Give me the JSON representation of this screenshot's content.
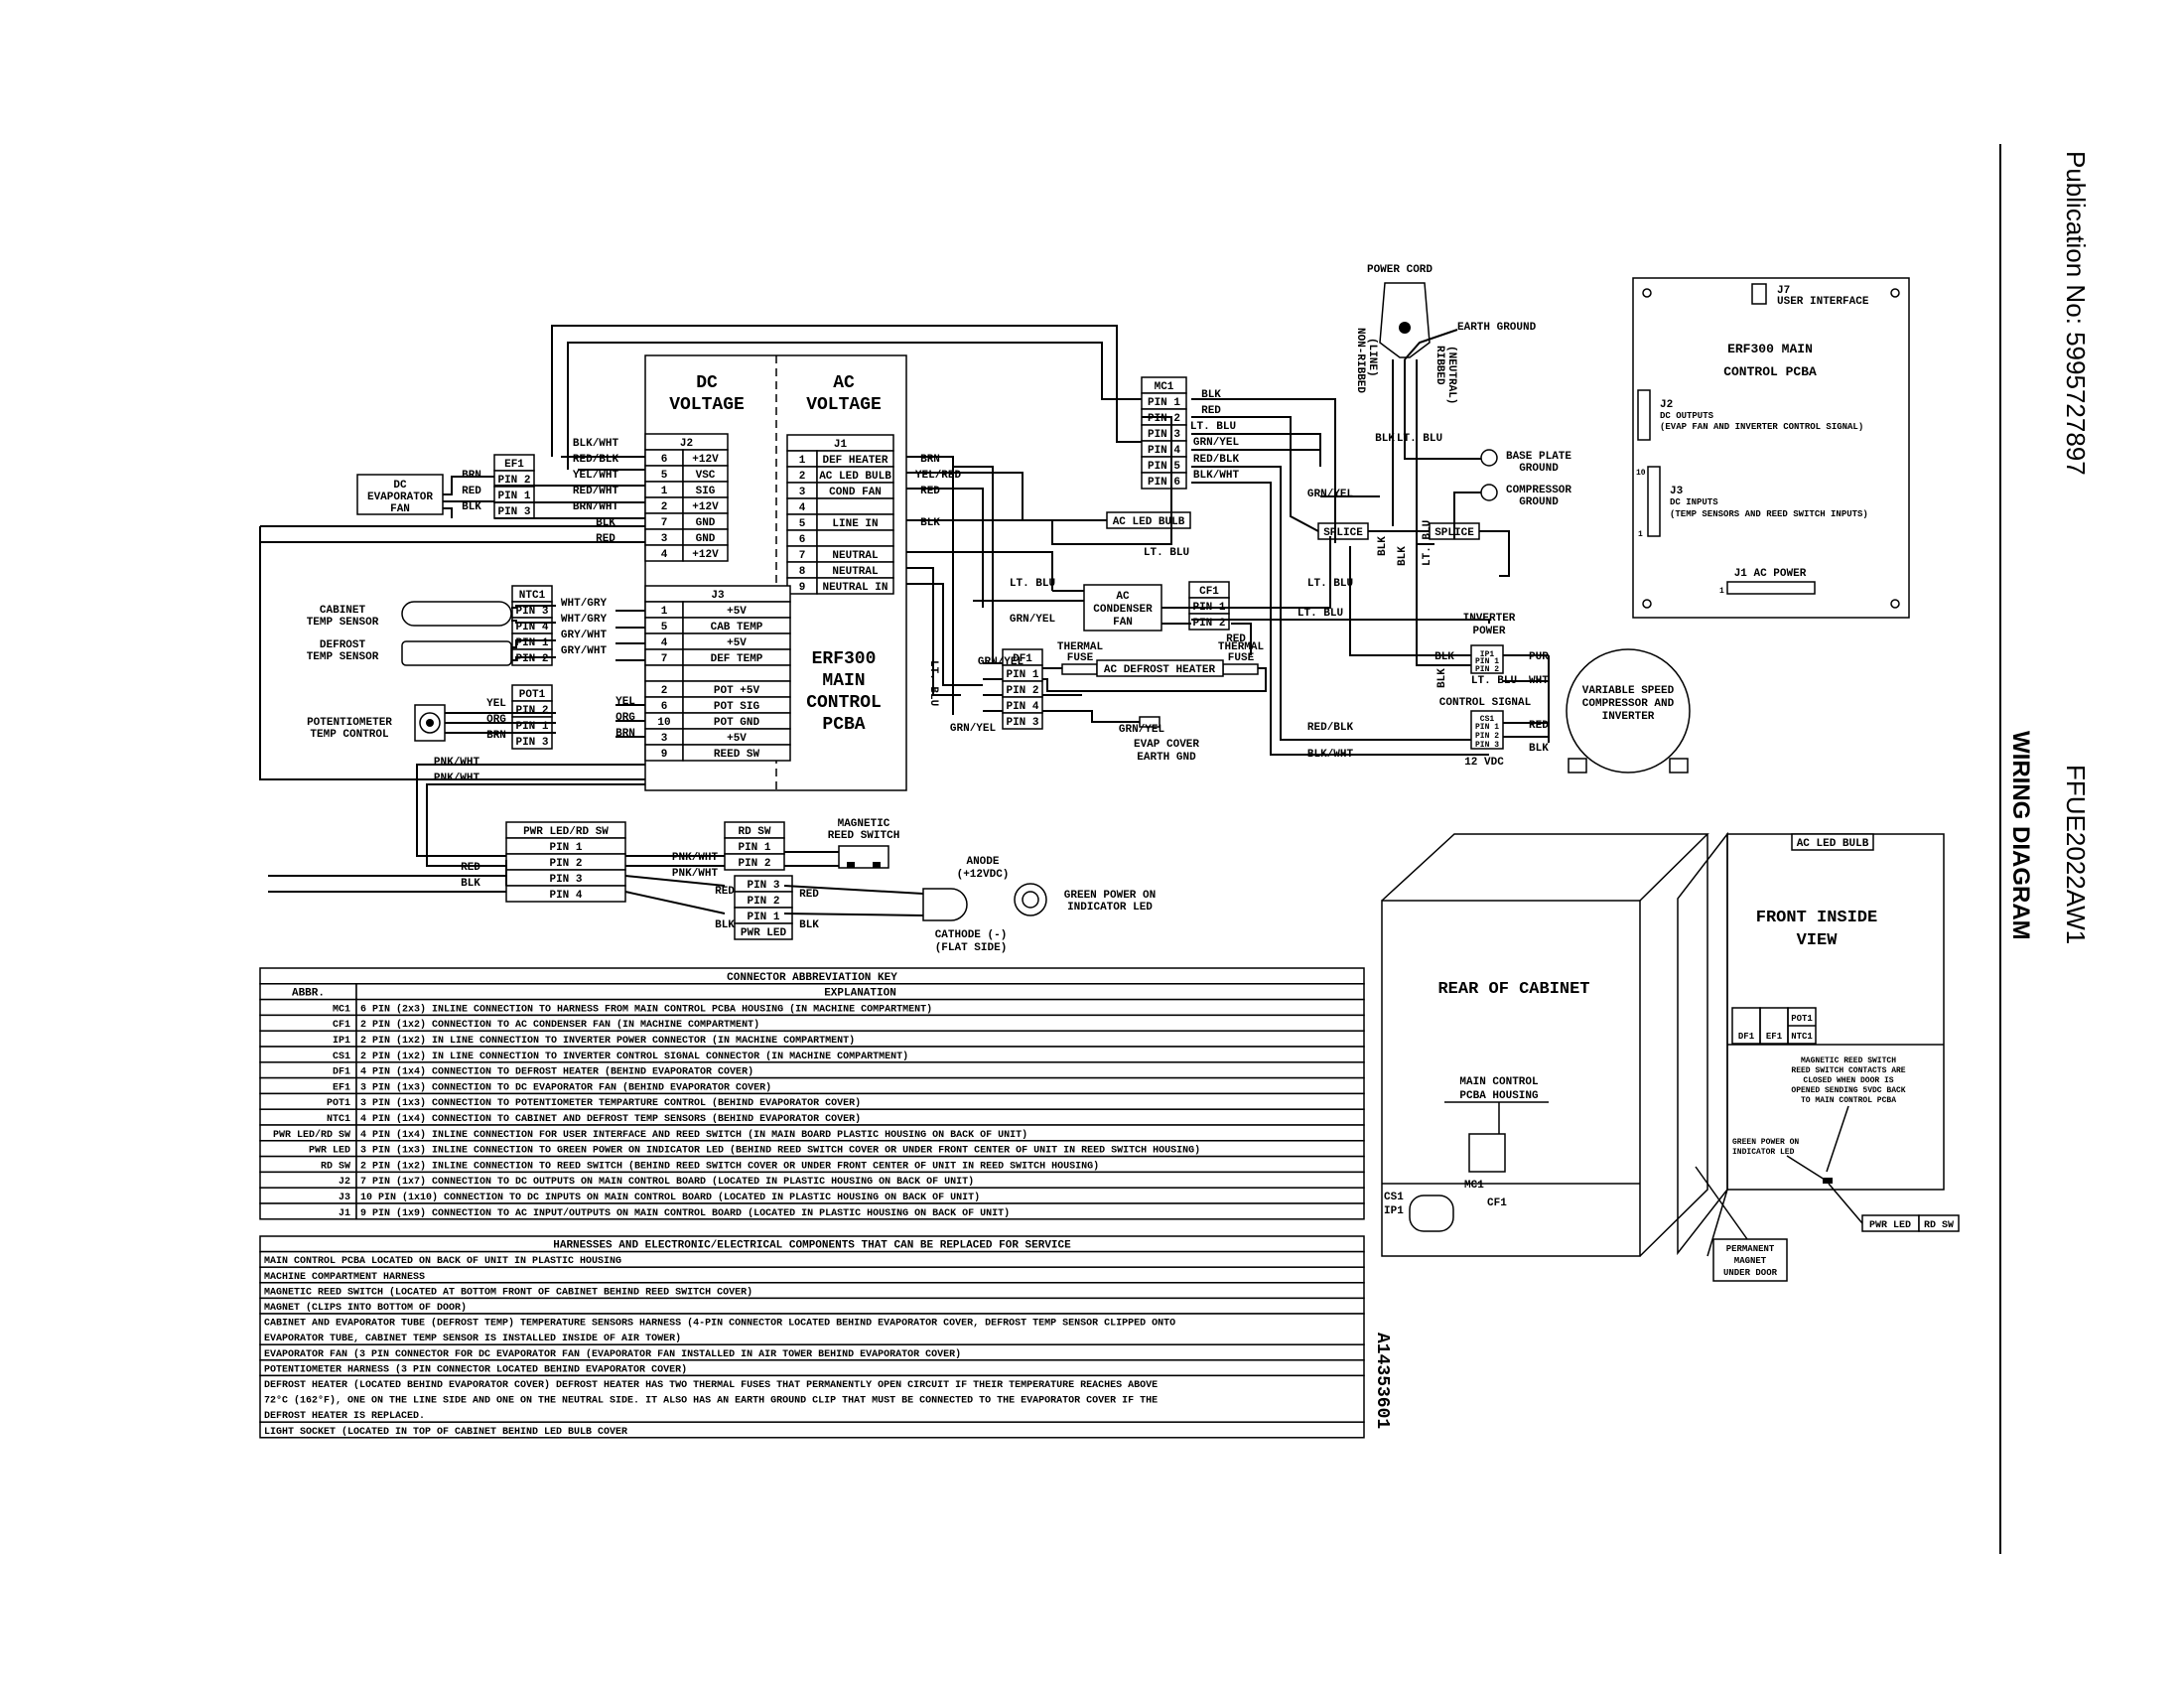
{
  "publication": "Publication No: 5995727897",
  "model": "FFUE2022AW1",
  "diagram_title": "WIRING DIAGRAM",
  "part_number": "A14353601",
  "main_board": {
    "dc_title": "DC",
    "dc_title2": "VOLTAGE",
    "ac_title": "AC",
    "ac_title2": "VOLTAGE",
    "board_name": [
      "ERF300",
      "MAIN",
      "CONTROL",
      "PCBA"
    ],
    "j2_label": "J2",
    "j2_pins": [
      [
        "6",
        "+12V"
      ],
      [
        "5",
        "VSC"
      ],
      [
        "1",
        "SIG"
      ],
      [
        "2",
        "+12V"
      ],
      [
        "7",
        "GND"
      ],
      [
        "3",
        "GND"
      ],
      [
        "4",
        "+12V"
      ]
    ],
    "j1_label": "J1",
    "j1_pins": [
      [
        "1",
        "DEF HEATER"
      ],
      [
        "2",
        "AC LED BULB"
      ],
      [
        "3",
        "COND FAN"
      ],
      [
        "4",
        ""
      ],
      [
        "5",
        "LINE IN"
      ],
      [
        "6",
        ""
      ],
      [
        "7",
        "NEUTRAL"
      ],
      [
        "8",
        "NEUTRAL"
      ],
      [
        "9",
        "NEUTRAL IN"
      ]
    ],
    "j3_label": "J3",
    "j3_pins": [
      [
        "1",
        "+5V"
      ],
      [
        "5",
        "CAB TEMP"
      ],
      [
        "4",
        "+5V"
      ],
      [
        "7",
        "DEF TEMP"
      ],
      [
        "",
        ""
      ],
      [
        "2",
        "POT +5V"
      ],
      [
        "6",
        "POT SIG"
      ],
      [
        "10",
        "POT GND"
      ],
      [
        "3",
        "+5V"
      ],
      [
        "9",
        "REED SW"
      ]
    ]
  },
  "wire_labels": {
    "j2_left": [
      "BLK/WHT",
      "RED/BLK",
      "YEL/WHT",
      "RED/WHT",
      "BRN/WHT",
      "BLK",
      "RED"
    ],
    "ef1_left": [
      "BRN",
      "RED",
      "BLK"
    ],
    "j1_right": [
      "BRN",
      "YEL/RED",
      "RED",
      "BLK"
    ],
    "j3_left": [
      "WHT/GRY",
      "WHT/GRY",
      "GRY/WHT",
      "GRY/WHT"
    ],
    "pot_wires": [
      "YEL",
      "ORG",
      "BRN"
    ],
    "pot_right": [
      "YEL",
      "ORG",
      "BRN"
    ],
    "reed_left": [
      "PNK/WHT",
      "PNK/WHT"
    ],
    "mc1_right": [
      "BLK",
      "RED",
      "LT. BLU",
      "GRN/YEL",
      "RED/BLK",
      "BLK/WHT"
    ],
    "misc": [
      "LT. BLU",
      "LT. BLU",
      "LT. BLU",
      "LT. BLU",
      "GRN/YEL",
      "GRN/YEL",
      "GRN/YEL",
      "GRN/YEL",
      "RED",
      "LT. BLU",
      "BLK",
      "LT. BLU",
      "RED/BLK",
      "BLK/WHT",
      "PNK/WHT",
      "PNK/WHT",
      "RED",
      "BLK",
      "RED",
      "RED",
      "BLK",
      "BLK",
      "BLK",
      "GRN/YEL",
      "LT. BLU",
      "BLK",
      "LT. BLU",
      "BLK"
    ]
  },
  "components": {
    "dc_fan": [
      "DC",
      "EVAPORATOR",
      "FAN"
    ],
    "ef1": {
      "label": "EF1",
      "pins": [
        "PIN 2",
        "PIN 1",
        "PIN 3"
      ]
    },
    "ntc1": {
      "label": "NTC1",
      "pins": [
        "PIN 3",
        "PIN 4",
        "PIN 1",
        "PIN 2"
      ]
    },
    "cabinet_sensor": [
      "CABINET",
      "TEMP SENSOR"
    ],
    "defrost_sensor": [
      "DEFROST",
      "TEMP SENSOR"
    ],
    "pot1": {
      "label": "POT1",
      "pins": [
        "PIN 2",
        "PIN 1",
        "PIN 3"
      ]
    },
    "potentiometer": [
      "POTENTIOMETER",
      "TEMP CONTROL"
    ],
    "pwr_led_rd_sw": {
      "label": "PWR LED/RD SW",
      "pins": [
        "PIN 1",
        "PIN 2",
        "PIN 3",
        "PIN 4"
      ]
    },
    "rd_sw": {
      "label": "RD SW",
      "pins": [
        "PIN 1",
        "PIN 2"
      ]
    },
    "pwr_led": {
      "label": "PWR LED",
      "pins": [
        "PIN 3",
        "PIN 2",
        "PIN 1"
      ]
    },
    "magnetic_reed_switch": [
      "MAGNETIC",
      "REED SWITCH"
    ],
    "anode": [
      "ANODE",
      "(+12VDC)"
    ],
    "cathode": [
      "CATHODE (-)",
      "(FLAT SIDE)"
    ],
    "green_led": [
      "GREEN POWER ON",
      "INDICATOR LED"
    ],
    "mc1": {
      "label": "MC1",
      "pins": [
        "PIN 1",
        "PIN 2",
        "PIN 3",
        "PIN 4",
        "PIN 5",
        "PIN 6"
      ]
    },
    "cf1": {
      "label": "CF1",
      "pins": [
        "PIN 1",
        "PIN 2"
      ]
    },
    "ac_condenser_fan": [
      "AC",
      "CONDENSER",
      "FAN"
    ],
    "ac_led_bulb": "AC LED BULB",
    "df1": {
      "label": "DF1",
      "pins": [
        "PIN 1",
        "PIN 2",
        "PIN 4",
        "PIN 3"
      ]
    },
    "thermal_fuse": [
      "THERMAL",
      "FUSE"
    ],
    "ac_defrost_heater": "AC DEFROST HEATER",
    "evap_cover_gnd": [
      "EVAP COVER",
      "EARTH GND"
    ],
    "power_cord": "POWER CORD",
    "earth_ground": "EARTH GROUND",
    "non_ribbed": [
      "NON-RIBBED",
      "(LINE)"
    ],
    "ribbed": [
      "RIBBED",
      "(NEUTRAL)"
    ],
    "base_plate_ground": [
      "BASE PLATE",
      "GROUND"
    ],
    "compressor_ground": [
      "COMPRESSOR",
      "GROUND"
    ],
    "splice": "SPLICE",
    "inverter_power": [
      "INVERTER",
      "POWER"
    ],
    "ip1": "IP1",
    "cs1": "CS1",
    "control_signal": "CONTROL SIGNAL",
    "inv_pins": [
      "PIN 1",
      "PIN 2"
    ],
    "cs_pins": [
      "PIN 1",
      "PIN 2",
      "PIN 3"
    ],
    "inv_wires": [
      "PUR",
      "BLK",
      "WHT",
      "RED",
      "BLK"
    ],
    "vdc": "12 VDC",
    "compressor": [
      "VARIABLE SPEED",
      "COMPRESSOR AND",
      "INVERTER"
    ]
  },
  "board_diagram": {
    "title": [
      "ERF300 MAIN",
      "CONTROL PCBA"
    ],
    "j7": [
      "J7",
      "USER INTERFACE"
    ],
    "j2": [
      "J2",
      "DC OUTPUTS",
      "(EVAP FAN AND INVERTER CONTROL SIGNAL)"
    ],
    "j3": [
      "J3",
      "DC INPUTS",
      "(TEMP SENSORS AND REED SWITCH INPUTS)"
    ],
    "j1": "J1 AC POWER",
    "pin_nums": [
      "10",
      "1",
      "1"
    ]
  },
  "rear_view": {
    "title": "REAR OF CABINET",
    "housing": [
      "MAIN CONTROL",
      "PCBA HOUSING"
    ],
    "labels": [
      "MC1",
      "CF1",
      "CS1",
      "IP1"
    ]
  },
  "front_view": {
    "title": [
      "FRONT INSIDE",
      "VIEW"
    ],
    "ac_led_bulb": "AC LED BULB",
    "connectors": [
      "POT1",
      "DF1",
      "EF1",
      "NTC1"
    ],
    "reed_note": [
      "MAGNETIC REED SWITCH",
      "REED SWITCH CONTACTS ARE",
      "CLOSED WHEN DOOR IS",
      "OPENED SENDING 5VDC BACK",
      "TO MAIN CONTROL PCBA"
    ],
    "led_note": [
      "GREEN POWER ON",
      "INDICATOR LED"
    ],
    "pwr_led": "PWR LED",
    "rd_sw": "RD SW",
    "magnet": [
      "PERMANENT",
      "MAGNET",
      "UNDER DOOR"
    ]
  },
  "abbreviation_table": {
    "title": "CONNECTOR ABBREVIATION KEY",
    "col_abbr": "ABBR.",
    "col_expl": "EXPLANATION",
    "rows": [
      [
        "MC1",
        "6 PIN (2x3) INLINE CONNECTION TO HARNESS FROM MAIN CONTROL PCBA HOUSING (IN MACHINE COMPARTMENT)"
      ],
      [
        "CF1",
        "2 PIN (1x2) CONNECTION TO AC CONDENSER FAN (IN MACHINE COMPARTMENT)"
      ],
      [
        "IP1",
        "2 PIN (1x2) IN LINE CONNECTION TO INVERTER POWER CONNECTOR (IN MACHINE COMPARTMENT)"
      ],
      [
        "CS1",
        "2 PIN (1x2) IN LINE CONNECTION TO INVERTER CONTROL SIGNAL CONNECTOR (IN MACHINE COMPARTMENT)"
      ],
      [
        "DF1",
        "4 PIN (1x4) CONNECTION TO DEFROST HEATER (BEHIND EVAPORATOR COVER)"
      ],
      [
        "EF1",
        "3 PIN (1x3) CONNECTION TO DC EVAPORATOR FAN (BEHIND EVAPORATOR COVER)"
      ],
      [
        "POT1",
        "3 PIN (1x3) CONNECTION TO POTENTIOMETER TEMPARTURE CONTROL (BEHIND EVAPORATOR COVER)"
      ],
      [
        "NTC1",
        "4 PIN (1x4) CONNECTION TO CABINET AND DEFROST TEMP SENSORS (BEHIND EVAPORATOR COVER)"
      ],
      [
        "PWR LED/RD SW",
        "4 PIN (1x4) INLINE CONNECTION FOR USER INTERFACE AND REED SWITCH (IN MAIN BOARD PLASTIC HOUSING ON BACK OF UNIT)"
      ],
      [
        "PWR LED",
        "3 PIN (1x3) INLINE CONNECTION TO GREEN POWER ON INDICATOR LED (BEHIND REED SWITCH COVER OR UNDER FRONT CENTER OF UNIT IN REED SWITCH HOUSING)"
      ],
      [
        "RD SW",
        "2 PIN (1x2) INLINE CONNECTION TO REED SWITCH (BEHIND REED SWITCH COVER OR UNDER FRONT CENTER OF UNIT IN REED SWITCH HOUSING)"
      ],
      [
        "J2",
        "7 PIN (1x7) CONNECTION TO DC OUTPUTS ON MAIN CONTROL BOARD (LOCATED IN PLASTIC HOUSING ON BACK OF UNIT)"
      ],
      [
        "J3",
        "10 PIN (1x10) CONNECTION TO DC INPUTS ON MAIN CONTROL BOARD (LOCATED IN PLASTIC HOUSING ON BACK OF UNIT)"
      ],
      [
        "J1",
        "9 PIN (1x9) CONNECTION TO AC INPUT/OUTPUTS ON MAIN CONTROL BOARD (LOCATED IN PLASTIC HOUSING ON BACK OF UNIT)"
      ]
    ]
  },
  "harness_table": {
    "title": "HARNESSES AND ELECTRONIC/ELECTRICAL COMPONENTS THAT CAN BE REPLACED FOR SERVICE",
    "rows": [
      [
        "MAIN CONTROL PCBA LOCATED ON BACK OF UNIT IN PLASTIC HOUSING"
      ],
      [
        "MACHINE COMPARTMENT HARNESS"
      ],
      [
        "MAGNETIC REED SWITCH (LOCATED AT BOTTOM FRONT OF CABINET BEHIND REED SWITCH COVER)"
      ],
      [
        "MAGNET (CLIPS INTO BOTTOM OF DOOR)"
      ],
      [
        "CABINET AND EVAPORATOR TUBE (DEFROST TEMP) TEMPERATURE SENSORS HARNESS (4-PIN CONNECTOR LOCATED BEHIND EVAPORATOR COVER, DEFROST TEMP SENSOR CLIPPED ONTO",
        "EVAPORATOR TUBE, CABINET TEMP SENSOR IS INSTALLED INSIDE OF AIR TOWER)"
      ],
      [
        "EVAPORATOR FAN (3 PIN CONNECTOR FOR DC EVAPORATOR FAN (EVAPORATOR FAN INSTALLED IN AIR TOWER BEHIND EVAPORATOR COVER)"
      ],
      [
        "POTENTIOMETER HARNESS (3 PIN CONNECTOR LOCATED BEHIND EVAPORATOR COVER)"
      ],
      [
        "DEFROST HEATER (LOCATED BEHIND EVAPORATOR COVER) DEFROST HEATER HAS TWO THERMAL FUSES THAT PERMANENTLY OPEN CIRCUIT IF THEIR TEMPERATURE REACHES ABOVE",
        "72°C (162°F), ONE ON THE LINE SIDE AND ONE ON THE NEUTRAL SIDE. IT ALSO HAS AN EARTH GROUND CLIP THAT MUST BE CONNECTED TO THE EVAPORATOR COVER IF THE",
        "DEFROST HEATER IS REPLACED."
      ],
      [
        "LIGHT SOCKET (LOCATED IN TOP OF CABINET BEHIND LED BULB COVER"
      ]
    ]
  }
}
